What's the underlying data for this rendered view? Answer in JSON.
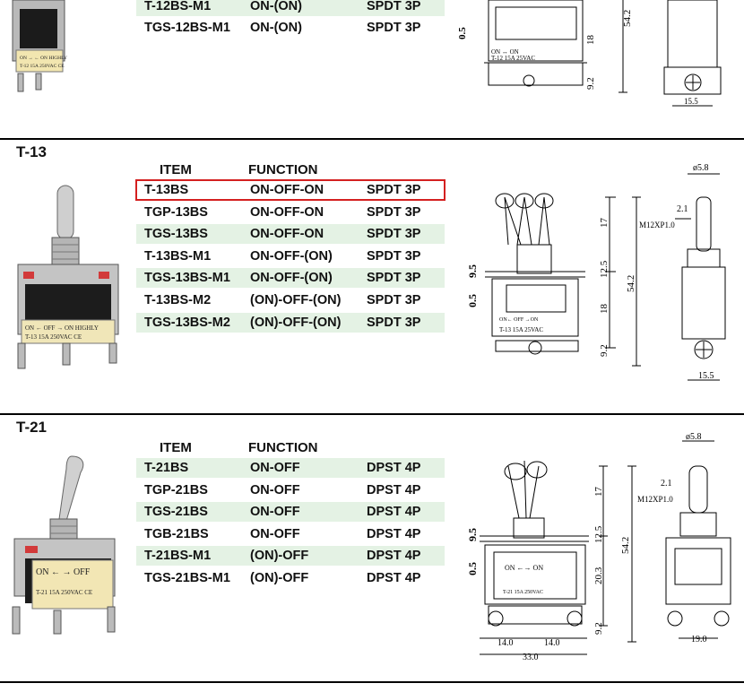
{
  "top_partial": {
    "rows": [
      {
        "item": "T-12BS-M1",
        "function": "ON-(ON)",
        "type": "SPDT",
        "poles": "3P",
        "shade": true
      },
      {
        "item": "TGS-12BS-M1",
        "function": "ON-(ON)",
        "type": "SPDT",
        "poles": "3P",
        "shade": false
      }
    ],
    "drawing": {
      "dims": [
        "0.5",
        "18",
        "9.2",
        "54.2",
        "15.5"
      ],
      "plate1": "ON ↔ ON",
      "plate2": "T-12  15A  25VAC"
    },
    "photo_plate": [
      "ON → ← ON HIGHLY",
      "T-12 15A 250VAC CE"
    ]
  },
  "sections": [
    {
      "title": "T-13",
      "header": {
        "item": "ITEM",
        "function": "FUNCTION"
      },
      "rows": [
        {
          "item": "T-13BS",
          "function": "ON-OFF-ON",
          "type": "SPDT",
          "poles": "3P",
          "shade": false,
          "highlight": true
        },
        {
          "item": "TGP-13BS",
          "function": "ON-OFF-ON",
          "type": "SPDT",
          "poles": "3P",
          "shade": false
        },
        {
          "item": "TGS-13BS",
          "function": "ON-OFF-ON",
          "type": "SPDT",
          "poles": "3P",
          "shade": true
        },
        {
          "item": "T-13BS-M1",
          "function": "ON-OFF-(ON)",
          "type": "SPDT",
          "poles": "3P",
          "shade": false
        },
        {
          "item": "TGS-13BS-M1",
          "function": "ON-OFF-(ON)",
          "type": "SPDT",
          "poles": "3P",
          "shade": true
        },
        {
          "item": "T-13BS-M2",
          "function": "(ON)-OFF-(ON)",
          "type": "SPDT",
          "poles": "3P",
          "shade": false
        },
        {
          "item": "TGS-13BS-M2",
          "function": "(ON)-OFF-(ON)",
          "type": "SPDT",
          "poles": "3P",
          "shade": true
        }
      ],
      "drawing": {
        "dims": [
          "9.5",
          "0.5",
          "17",
          "12.5",
          "18",
          "9.2",
          "54.2",
          "ø5.8",
          "2.1",
          "M12XP1.0",
          "15.5"
        ],
        "plate1": "ON← OFF →ON",
        "plate2": "T-13  15A  25VAC"
      },
      "photo_plate": [
        "ON ← OFF → ON HIGHLY",
        "T-13 15A 250VAC CE"
      ]
    },
    {
      "title": "T-21",
      "header": {
        "item": "ITEM",
        "function": "FUNCTION"
      },
      "rows": [
        {
          "item": "T-21BS",
          "function": "ON-OFF",
          "type": "DPST",
          "poles": "4P",
          "shade": true
        },
        {
          "item": "TGP-21BS",
          "function": "ON-OFF",
          "type": "DPST",
          "poles": "4P",
          "shade": false
        },
        {
          "item": "TGS-21BS",
          "function": "ON-OFF",
          "type": "DPST",
          "poles": "4P",
          "shade": true
        },
        {
          "item": "TGB-21BS",
          "function": "ON-OFF",
          "type": "DPST",
          "poles": "4P",
          "shade": false
        },
        {
          "item": "T-21BS-M1",
          "function": "(ON)-OFF",
          "type": "DPST",
          "poles": "4P",
          "shade": true
        },
        {
          "item": "TGS-21BS-M1",
          "function": "(ON)-OFF",
          "type": "DPST",
          "poles": "4P",
          "shade": false
        }
      ],
      "drawing": {
        "dims": [
          "9.5",
          "0.5",
          "17",
          "12.5",
          "20.3",
          "9.2",
          "54.2",
          "14.0",
          "14.0",
          "33.0",
          "ø5.8",
          "2.1",
          "M12XP1.0",
          "19.0"
        ],
        "plate1": "ON ←→ ON",
        "plate2": "T-21  15A  250VAC"
      },
      "photo_plate": [
        "ON ← → OFF",
        "T-21 15A 250VAC CE"
      ]
    }
  ]
}
